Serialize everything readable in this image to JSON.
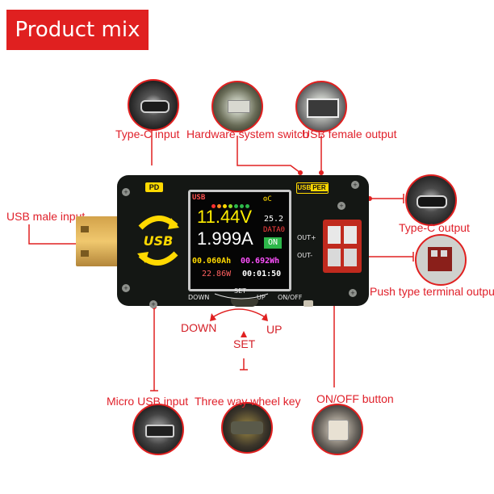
{
  "title": "Product mix",
  "labels": {
    "typec_input": "Type-C input",
    "hw_switch": "Hardware system switch",
    "usb_female": "USB female output",
    "usb_male": "USB male input",
    "typec_output": "Type-C output",
    "push_terminal": "Push type terminal output",
    "down": "DOWN",
    "up": "UP",
    "set": "SET",
    "micro_usb": "Micro USB input",
    "wheel_key": "Three way wheel key",
    "onoff": "ON/OFF button"
  },
  "device": {
    "pd": "PD",
    "usb_tag": "USB",
    "per_tag": "PER",
    "logo": "USB",
    "out_plus": "OUT+",
    "out_minus": "OUT-",
    "down": "DOWN",
    "set": "SET",
    "up": "UP",
    "onoff": "ON/OFF"
  },
  "screen": {
    "header": "USB",
    "voltage": "11.44V",
    "current": "1.999A",
    "temp": "25.2",
    "data": "DATA0",
    "state": "ON",
    "ah": "00.060Ah",
    "wh": "00.692Wh",
    "power": "22.86W",
    "time": "00:01:50"
  },
  "colors": {
    "accent_red": "#e02020",
    "device_body": "#141714",
    "indicator_yellow": "#ffd900",
    "display_green": "#2db84a"
  }
}
